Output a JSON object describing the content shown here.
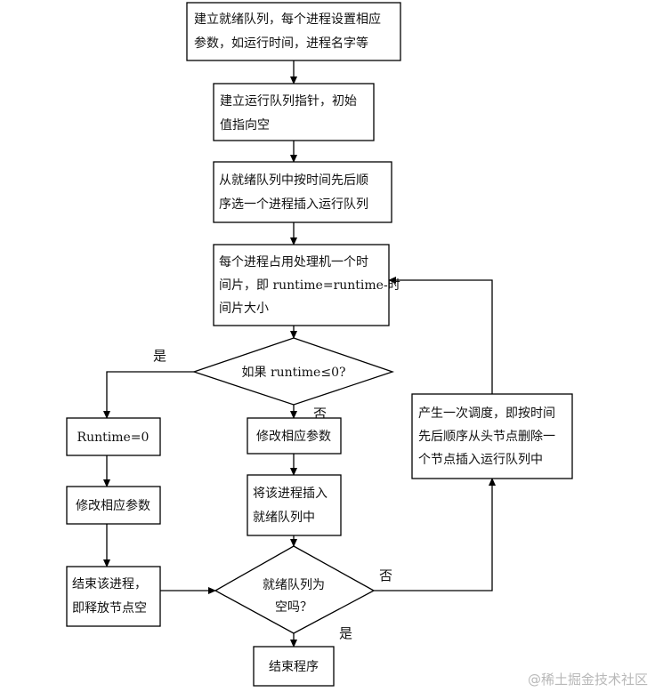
{
  "nodes": {
    "init_ready_queue": {
      "lines": [
        "建立就绪队列，每个进程设置相应",
        "参数，如运行时间，进程名字等"
      ]
    },
    "init_run_ptr": {
      "lines": [
        "建立运行队列指针，初始",
        "值指向空"
      ]
    },
    "select_process": {
      "lines": [
        "从就绪队列中按时间先后顺",
        "序选一个进程插入运行队列"
      ]
    },
    "time_slice": {
      "lines": [
        "每个进程占用处理机一个时",
        "间片，即 runtime=runtime-时",
        "间片大小"
      ]
    },
    "runtime_check": {
      "lines": [
        "如果 runtime≤0?"
      ]
    },
    "set_zero": {
      "lines": [
        "Runtime=0"
      ]
    },
    "modify_params_left": {
      "lines": [
        "修改相应参数"
      ]
    },
    "end_process": {
      "lines": [
        "结束该进程，",
        "即释放节点空"
      ]
    },
    "modify_params_mid": {
      "lines": [
        "修改相应参数"
      ]
    },
    "insert_ready": {
      "lines": [
        "将该进程插入",
        "就绪队列中"
      ]
    },
    "ready_empty_check": {
      "lines": [
        "就绪队列为",
        "空吗？"
      ]
    },
    "end_program": {
      "lines": [
        "结束程序"
      ]
    },
    "reschedule": {
      "lines": [
        "产生一次调度，即按时间",
        "先后顺序从头节点删除一",
        "个节点插入运行队列中"
      ]
    }
  },
  "edge_labels": {
    "runtime_yes": "是",
    "runtime_no": "否",
    "empty_no": "否",
    "empty_yes": "是"
  },
  "watermark": "@稀土掘金技术社区"
}
